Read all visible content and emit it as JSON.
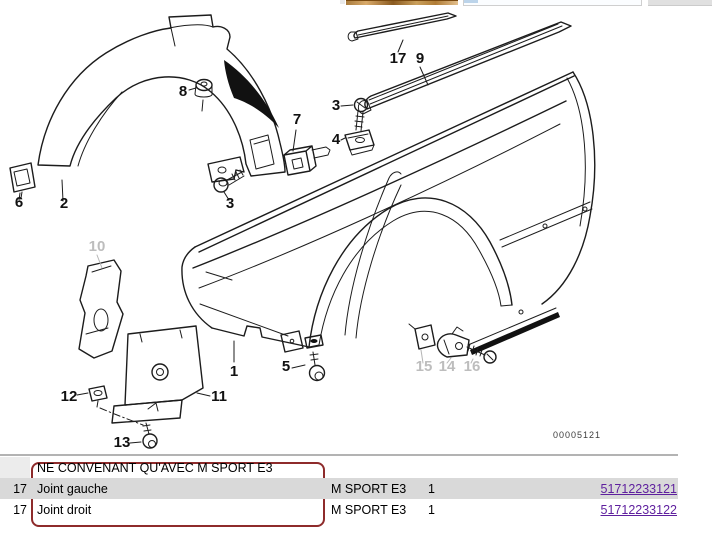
{
  "diagram": {
    "drawing_number": "00005121",
    "callouts": [
      {
        "label": "1"
      },
      {
        "label": "2"
      },
      {
        "label": "3"
      },
      {
        "label": "3"
      },
      {
        "label": "4"
      },
      {
        "label": "5"
      },
      {
        "label": "6"
      },
      {
        "label": "7"
      },
      {
        "label": "8"
      },
      {
        "label": "9"
      },
      {
        "label": "10",
        "gray": true
      },
      {
        "label": "11"
      },
      {
        "label": "12"
      },
      {
        "label": "13"
      },
      {
        "label": "14",
        "gray": true
      },
      {
        "label": "15",
        "gray": true
      },
      {
        "label": "16",
        "gray": true
      },
      {
        "label": "17"
      }
    ],
    "line_color": "#1c1c1c",
    "gray_label_color": "#bdbdbd"
  },
  "table": {
    "note": "NE CONVENANT QU'AVEC M SPORT E3",
    "note_border_color": "#8e2b2b",
    "row_stripe_color": "#d9d9d9",
    "link_color": "#5e1f9e",
    "rows": [
      {
        "ref": "17",
        "description": "Joint gauche",
        "model": "M SPORT E3",
        "qty": "1",
        "part_number": "51712233121"
      },
      {
        "ref": "17",
        "description": "Joint droit",
        "model": "M SPORT E3",
        "qty": "1",
        "part_number": "51712233122"
      }
    ]
  }
}
